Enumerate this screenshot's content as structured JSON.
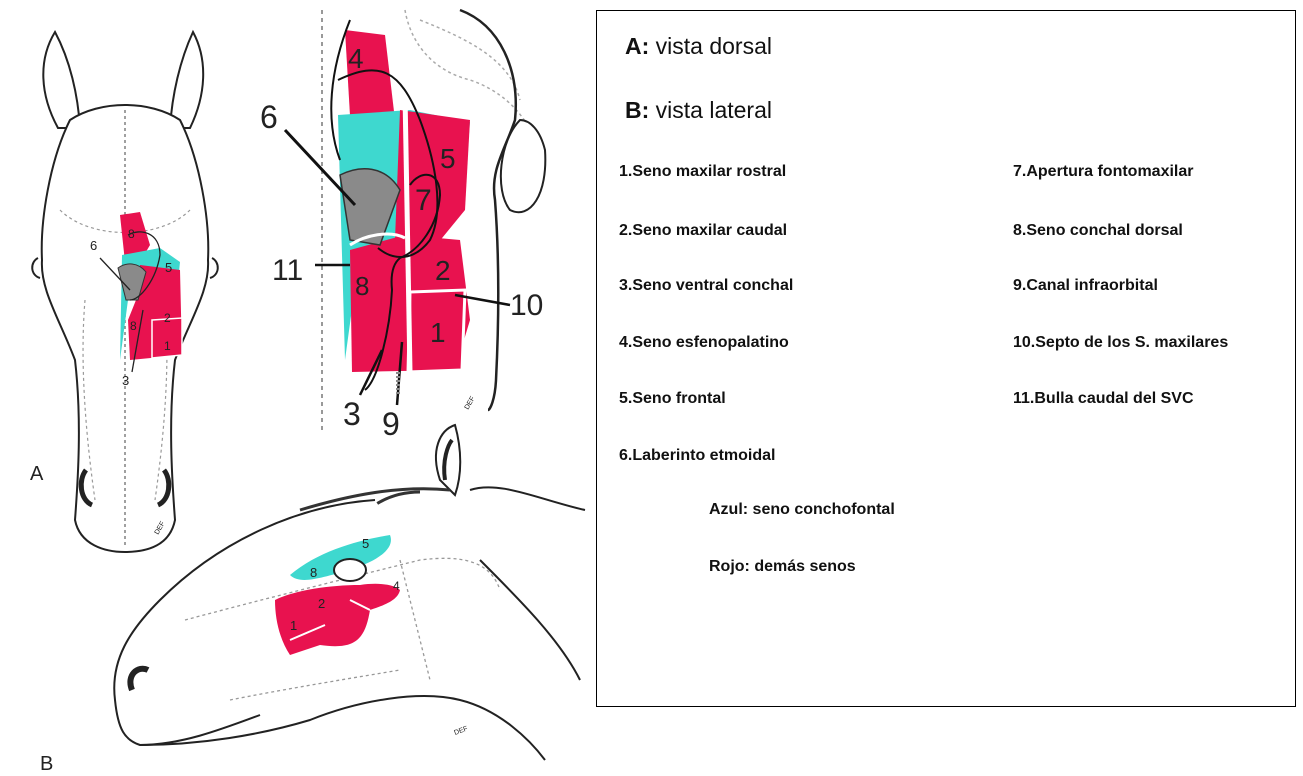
{
  "figure": {
    "panel_a_label": "A",
    "panel_b_label": "B",
    "watermark": "DEF",
    "colors": {
      "blue": "#3ed8cf",
      "red": "#e8124f",
      "grey": "#8a8a8a"
    },
    "inset_numbers": [
      "1",
      "2",
      "3",
      "4",
      "5",
      "6",
      "7",
      "8",
      "9",
      "10",
      "11"
    ],
    "dorsal_numbers": [
      "1",
      "2",
      "3",
      "4",
      "5",
      "6",
      "8"
    ],
    "lateral_numbers": [
      "1",
      "2",
      "4",
      "5",
      "8"
    ]
  },
  "legend": {
    "view_a": {
      "key": "A:",
      "text": " vista dorsal"
    },
    "view_b": {
      "key": "B:",
      "text": " vista lateral"
    },
    "left_items": [
      "1.Seno maxilar rostral",
      "2.Seno maxilar caudal",
      "3.Seno ventral conchal",
      "4.Seno esfenopalatino",
      "5.Seno frontal",
      "6.Laberinto etmoidal"
    ],
    "right_items": [
      "7.Apertura fontomaxilar",
      "8.Seno conchal dorsal",
      "9.Canal infraorbital",
      "10.Septo de los S. maxilares",
      "11.Bulla caudal del SVC"
    ],
    "blue_note": "Azul: seno conchofontal",
    "red_note": "Rojo: demás senos"
  }
}
